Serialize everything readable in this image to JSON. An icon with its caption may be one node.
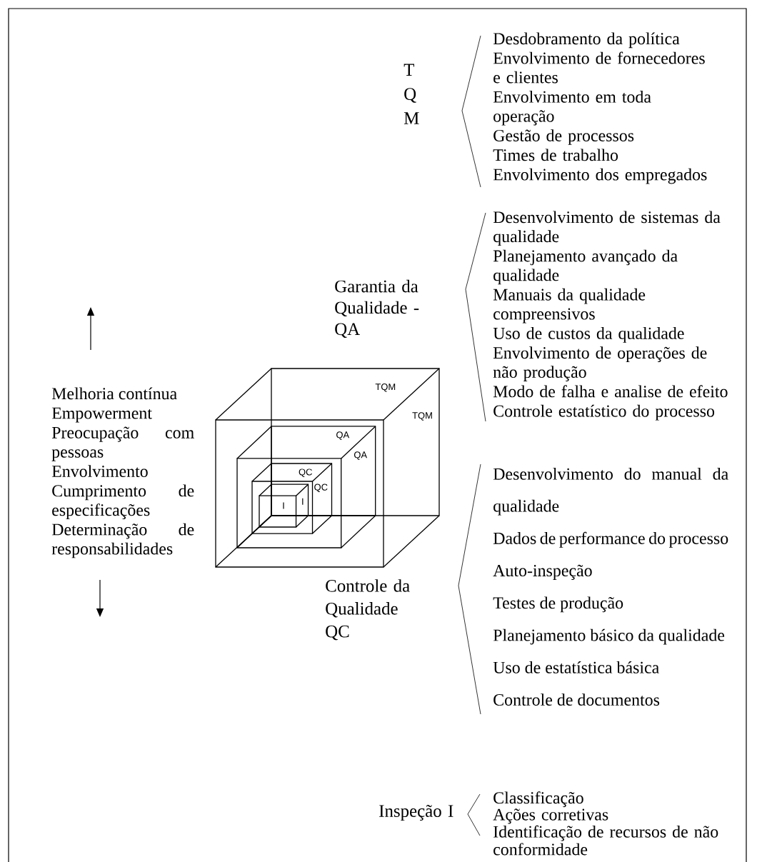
{
  "diagram": {
    "nodes": [
      {
        "text": [
          "TQM",
          "TQM"
        ]
      },
      {
        "text": [
          "QA",
          "QA"
        ],
        "in": 0
      },
      {
        "text": [
          "QC",
          "QC"
        ],
        "in": 1
      },
      {
        "text": [
          "I",
          "I"
        ],
        "in": 2
      }
    ],
    "labels": [
      "T Q M",
      "Desdobramento da política",
      "Envolvimento de fornecedores e clientes",
      "Envolvimento em toda operação",
      "Gestão de processos",
      "Times de trabalho",
      "Envolvimento dos empregados",
      "Garantia da Qualidade - QA",
      "Desenvolvimento de sistemas da qualidade",
      "Planejamento avançado da qualidade",
      "Manuais da qualidade compreensivos",
      "Uso de custos da qualidade",
      "Envolvimento de operações de não produção",
      "Modo de falha e analise de efeito",
      "Controle estatístico do processo",
      "Melhoria contínua",
      "Empowerment",
      "Preocupação com pessoas",
      "Envolvimento",
      "Cumprimento de especificações",
      "Determinação de responsabilidades",
      "Controle da Qualidade QC",
      "Desenvolvimento do manual da qualidade",
      "Dados de performance do processo",
      "Auto-inspeção",
      "Testes de produção",
      "Planejamento básico da qualidade",
      "Uso de estatística básica",
      "Controle de documentos",
      "Inspeção I",
      "Classificação",
      "Ações corretivas",
      "Identificação de recursos de não conformidade"
    ]
  }
}
